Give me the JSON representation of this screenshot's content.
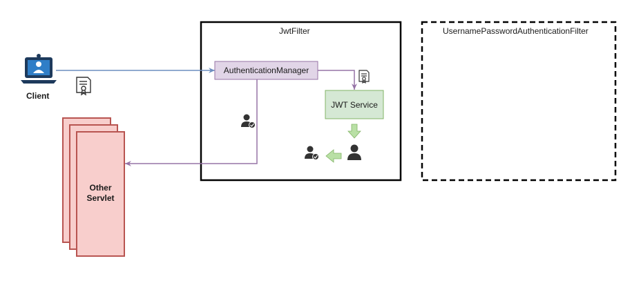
{
  "containers": {
    "jwt_filter": {
      "title": "JwtFilter"
    },
    "username_filter": {
      "title": "UsernamePasswordAuthenticationFilter"
    }
  },
  "nodes": {
    "client": {
      "label": "Client",
      "icon": "laptop-user-icon"
    },
    "authentication_manager": {
      "label": "AuthenticationManager",
      "fill": "#e1d5e7",
      "stroke": "#9673a6"
    },
    "jwt_service": {
      "label": "JWT Service",
      "fill": "#d5e8d4",
      "stroke": "#82b366"
    },
    "other_servlet": {
      "label_line1": "Other",
      "label_line2": "Servlet",
      "fill": "#f8cecc",
      "stroke": "#b85450"
    }
  },
  "icons": {
    "token": "certificate-icon",
    "authenticated_user": "user-check-icon",
    "user": "user-icon"
  },
  "colors": {
    "blue_edge": "#6c8ebf",
    "purple_edge": "#9673a6",
    "green_arrow": "#b9e0a5",
    "icon_dark": "#333333"
  }
}
